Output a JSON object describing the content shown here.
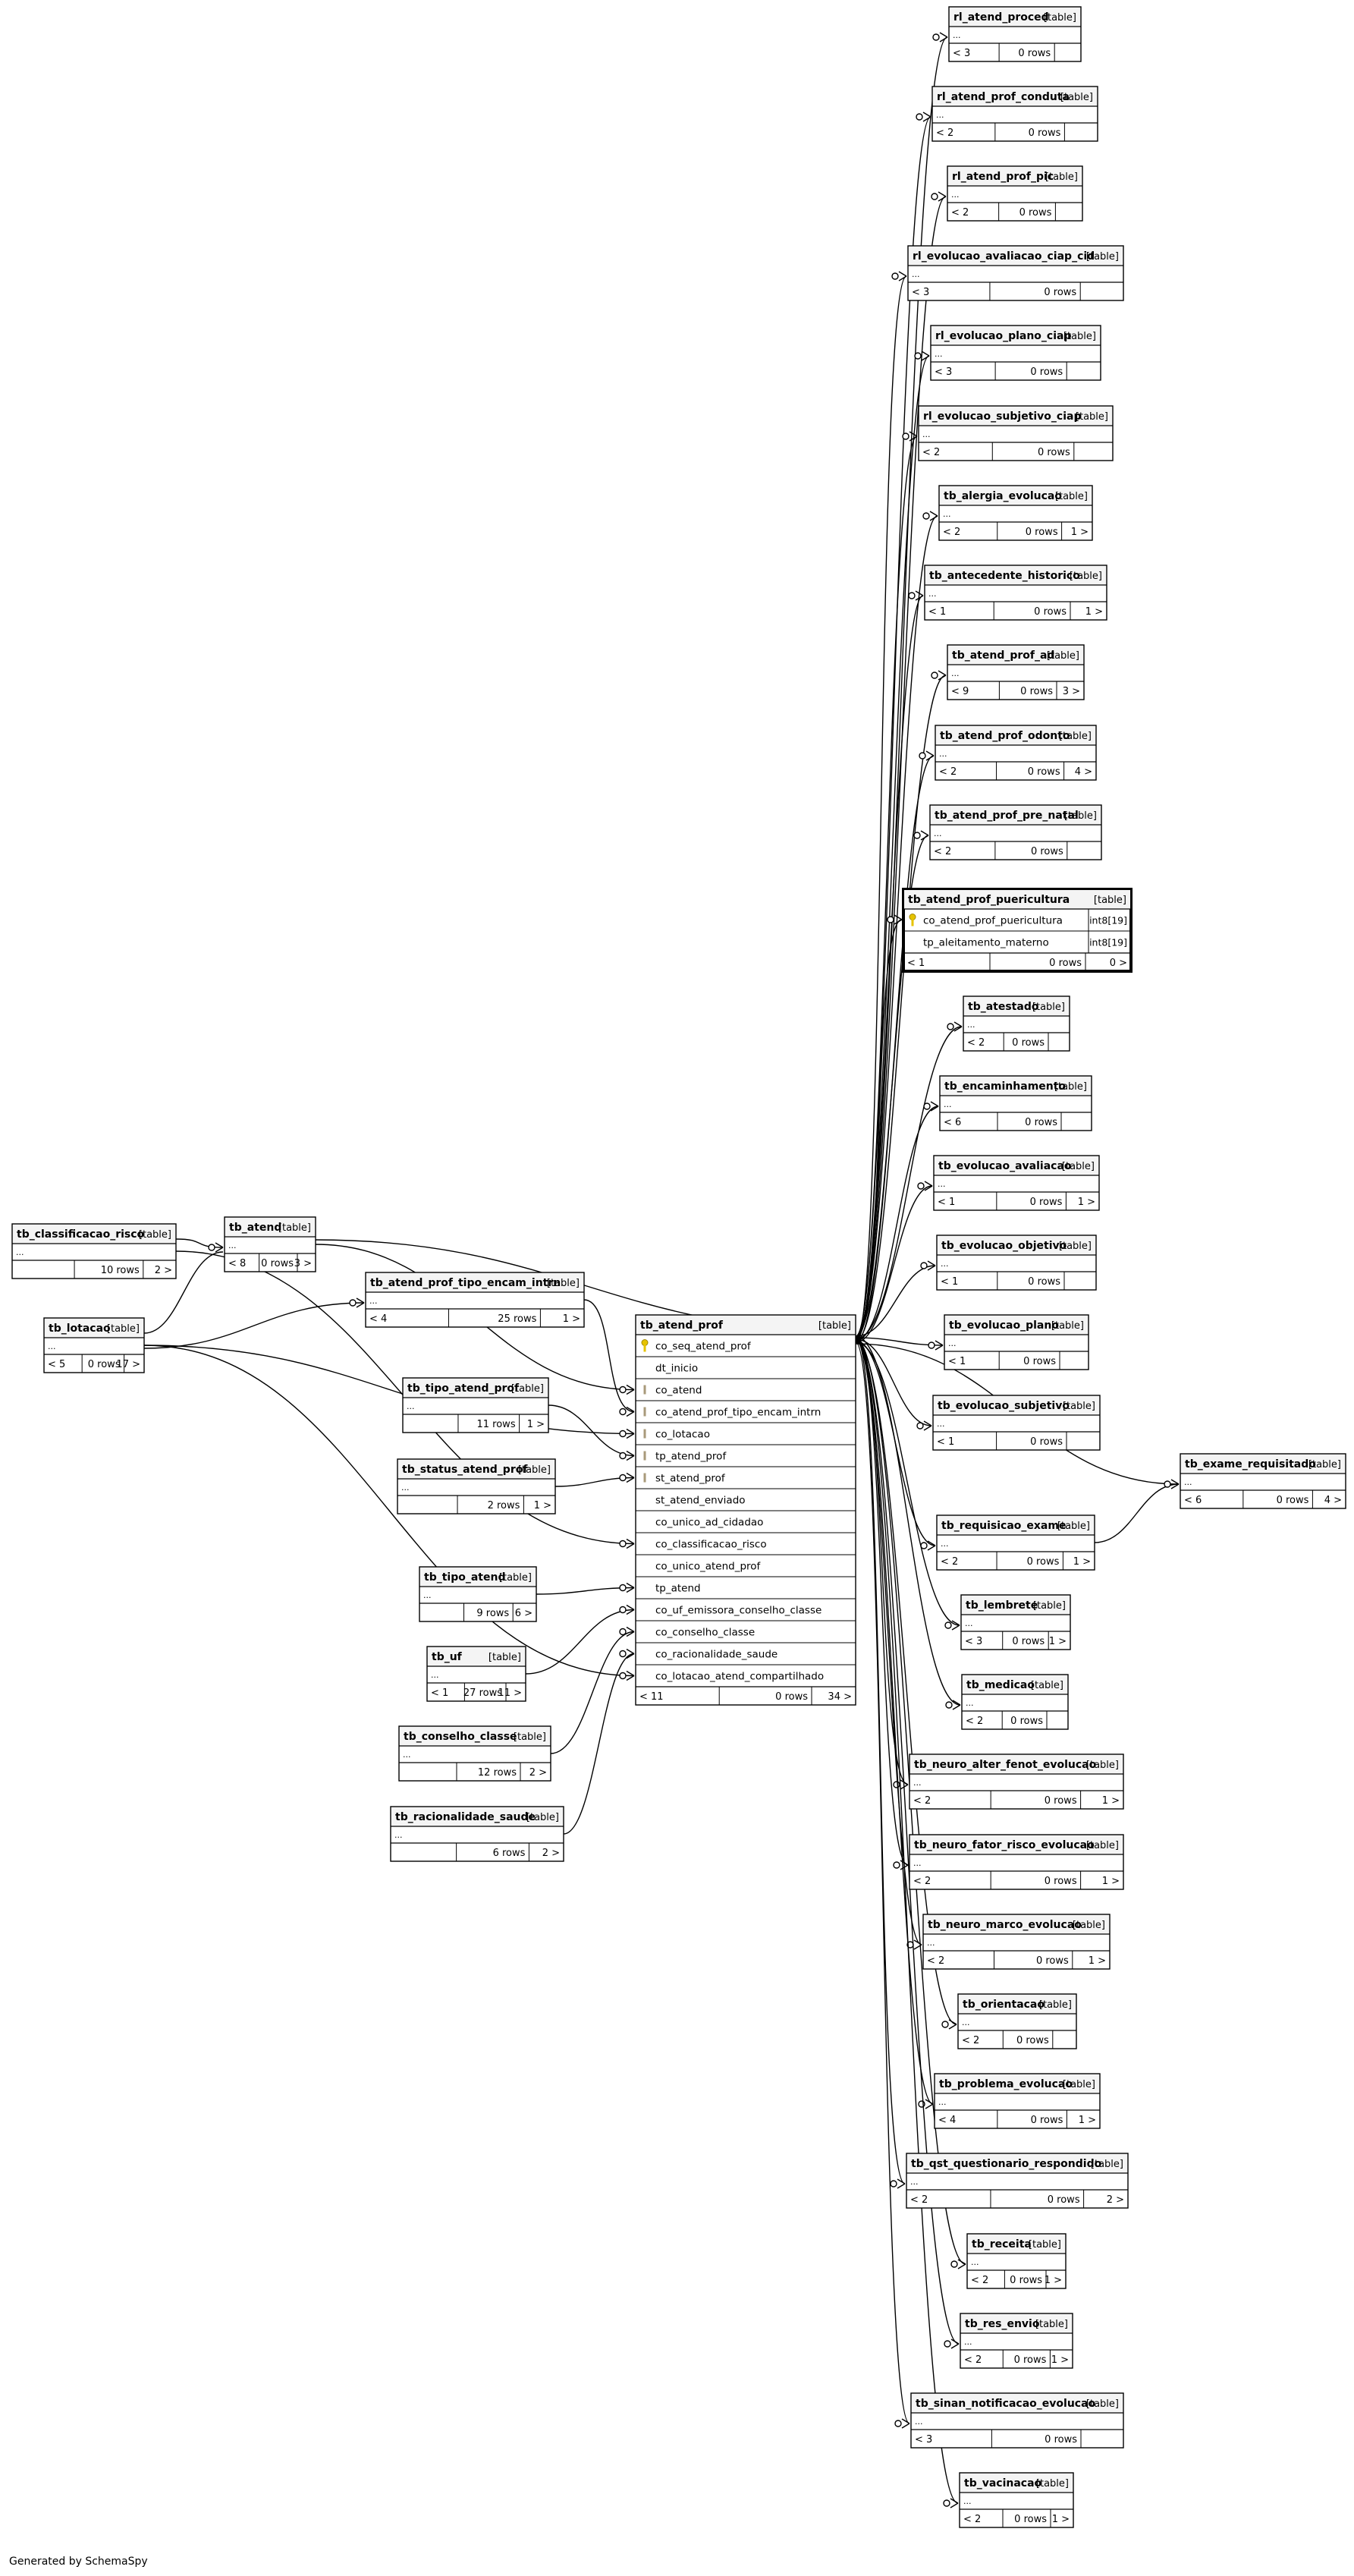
{
  "footer": "Generated by SchemaSpy",
  "table_tag": "[table]",
  "highlighted": "tb_atend_prof_puericultura",
  "tables": [
    {
      "name": "rl_atend_proced",
      "left": "< 3",
      "rows": "0 rows",
      "right": ""
    },
    {
      "name": "rl_atend_prof_conduta",
      "left": "< 2",
      "rows": "0 rows",
      "right": ""
    },
    {
      "name": "rl_atend_prof_pic",
      "left": "< 2",
      "rows": "0 rows",
      "right": ""
    },
    {
      "name": "rl_evolucao_avaliacao_ciap_cid",
      "left": "< 3",
      "rows": "0 rows",
      "right": ""
    },
    {
      "name": "rl_evolucao_plano_ciap",
      "left": "< 3",
      "rows": "0 rows",
      "right": ""
    },
    {
      "name": "rl_evolucao_subjetivo_ciap",
      "left": "< 2",
      "rows": "0 rows",
      "right": ""
    },
    {
      "name": "tb_alergia_evolucao",
      "left": "< 2",
      "rows": "0 rows",
      "right": "1 >"
    },
    {
      "name": "tb_antecedente_historico",
      "left": "< 1",
      "rows": "0 rows",
      "right": "1 >"
    },
    {
      "name": "tb_atend_prof_ad",
      "left": "< 9",
      "rows": "0 rows",
      "right": "3 >"
    },
    {
      "name": "tb_atend_prof_odonto",
      "left": "< 2",
      "rows": "0 rows",
      "right": "4 >"
    },
    {
      "name": "tb_atend_prof_pre_natal",
      "left": "< 2",
      "rows": "0 rows",
      "right": ""
    },
    {
      "name": "tb_atend_prof_puericultura",
      "left": "< 1",
      "rows": "0 rows",
      "right": "0 >",
      "columns": [
        {
          "name": "co_atend_prof_puericultura",
          "type": "int8[19]",
          "key": "pk"
        },
        {
          "name": "tp_aleitamento_materno",
          "type": "int8[19]",
          "key": ""
        }
      ]
    },
    {
      "name": "tb_atestado",
      "left": "< 2",
      "rows": "0 rows",
      "right": ""
    },
    {
      "name": "tb_encaminhamento",
      "left": "< 6",
      "rows": "0 rows",
      "right": ""
    },
    {
      "name": "tb_evolucao_avaliacao",
      "left": "< 1",
      "rows": "0 rows",
      "right": "1 >"
    },
    {
      "name": "tb_evolucao_objetivo",
      "left": "< 1",
      "rows": "0 rows",
      "right": ""
    },
    {
      "name": "tb_evolucao_plano",
      "left": "< 1",
      "rows": "0 rows",
      "right": ""
    },
    {
      "name": "tb_evolucao_subjetivo",
      "left": "< 1",
      "rows": "0 rows",
      "right": ""
    },
    {
      "name": "tb_exame_requisitado",
      "left": "< 6",
      "rows": "0 rows",
      "right": "4 >"
    },
    {
      "name": "tb_requisicao_exame",
      "left": "< 2",
      "rows": "0 rows",
      "right": "1 >"
    },
    {
      "name": "tb_lembrete",
      "left": "< 3",
      "rows": "0 rows",
      "right": "1 >"
    },
    {
      "name": "tb_medicao",
      "left": "< 2",
      "rows": "0 rows",
      "right": ""
    },
    {
      "name": "tb_neuro_alter_fenot_evolucao",
      "left": "< 2",
      "rows": "0 rows",
      "right": "1 >"
    },
    {
      "name": "tb_neuro_fator_risco_evolucao",
      "left": "< 2",
      "rows": "0 rows",
      "right": "1 >"
    },
    {
      "name": "tb_neuro_marco_evolucao",
      "left": "< 2",
      "rows": "0 rows",
      "right": "1 >"
    },
    {
      "name": "tb_orientacao",
      "left": "< 2",
      "rows": "0 rows",
      "right": ""
    },
    {
      "name": "tb_problema_evolucao",
      "left": "< 4",
      "rows": "0 rows",
      "right": "1 >"
    },
    {
      "name": "tb_qst_questionario_respondido",
      "left": "< 2",
      "rows": "0 rows",
      "right": "2 >"
    },
    {
      "name": "tb_receita",
      "left": "< 2",
      "rows": "0 rows",
      "right": "1 >"
    },
    {
      "name": "tb_res_envio",
      "left": "< 2",
      "rows": "0 rows",
      "right": "1 >"
    },
    {
      "name": "tb_sinan_notificacao_evolucao",
      "left": "< 3",
      "rows": "0 rows",
      "right": ""
    },
    {
      "name": "tb_vacinacao",
      "left": "< 2",
      "rows": "0 rows",
      "right": "1 >"
    },
    {
      "name": "tb_classificacao_risco",
      "left": "",
      "rows": "10 rows",
      "right": "2 >"
    },
    {
      "name": "tb_atend",
      "left": "< 8",
      "rows": "0 rows",
      "right": "3 >"
    },
    {
      "name": "tb_lotacao",
      "left": "< 5",
      "rows": "0 rows",
      "right": "17 >"
    },
    {
      "name": "tb_atend_prof_tipo_encam_intrn",
      "left": "< 4",
      "rows": "25 rows",
      "right": "1 >"
    },
    {
      "name": "tb_tipo_atend_prof",
      "left": "",
      "rows": "11 rows",
      "right": "1 >"
    },
    {
      "name": "tb_status_atend_prof",
      "left": "",
      "rows": "2 rows",
      "right": "1 >"
    },
    {
      "name": "tb_tipo_atend",
      "left": "",
      "rows": "9 rows",
      "right": "6 >"
    },
    {
      "name": "tb_uf",
      "left": "< 1",
      "rows": "27 rows",
      "right": "11 >"
    },
    {
      "name": "tb_conselho_classe",
      "left": "",
      "rows": "12 rows",
      "right": "2 >"
    },
    {
      "name": "tb_racionalidade_saude",
      "left": "",
      "rows": "6 rows",
      "right": "2 >"
    },
    {
      "name": "tb_atend_prof",
      "left": "< 11",
      "rows": "0 rows",
      "right": "34 >",
      "columns": [
        {
          "name": "co_seq_atend_prof",
          "key": "pk"
        },
        {
          "name": "dt_inicio",
          "key": ""
        },
        {
          "name": "co_atend",
          "key": "fk"
        },
        {
          "name": "co_atend_prof_tipo_encam_intrn",
          "key": "fk"
        },
        {
          "name": "co_lotacao",
          "key": "fk"
        },
        {
          "name": "tp_atend_prof",
          "key": "fk"
        },
        {
          "name": "st_atend_prof",
          "key": "fk"
        },
        {
          "name": "st_atend_enviado",
          "key": ""
        },
        {
          "name": "co_unico_ad_cidadao",
          "key": ""
        },
        {
          "name": "co_classificacao_risco",
          "key": ""
        },
        {
          "name": "co_unico_atend_prof",
          "key": ""
        },
        {
          "name": "tp_atend",
          "key": ""
        },
        {
          "name": "co_uf_emissora_conselho_classe",
          "key": ""
        },
        {
          "name": "co_conselho_classe",
          "key": ""
        },
        {
          "name": "co_racionalidade_saude",
          "key": ""
        },
        {
          "name": "co_lotacao_atend_compartilhado",
          "key": ""
        }
      ]
    }
  ]
}
